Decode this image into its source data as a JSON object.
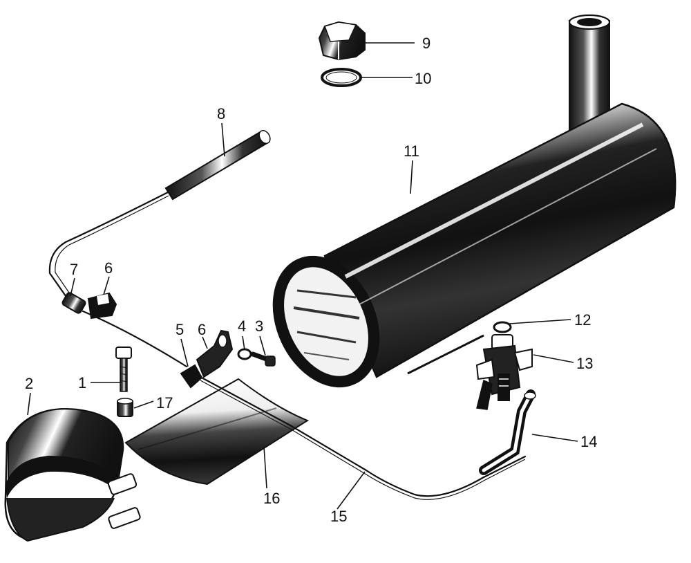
{
  "diagram": {
    "callouts": [
      {
        "id": "1",
        "label": "1"
      },
      {
        "id": "2",
        "label": "2"
      },
      {
        "id": "3",
        "label": "3"
      },
      {
        "id": "4",
        "label": "4"
      },
      {
        "id": "5",
        "label": "5"
      },
      {
        "id": "6a",
        "label": "6"
      },
      {
        "id": "6b",
        "label": "6"
      },
      {
        "id": "7",
        "label": "7"
      },
      {
        "id": "8",
        "label": "8"
      },
      {
        "id": "9",
        "label": "9"
      },
      {
        "id": "10",
        "label": "10"
      },
      {
        "id": "11",
        "label": "11"
      },
      {
        "id": "12",
        "label": "12"
      },
      {
        "id": "13",
        "label": "13"
      },
      {
        "id": "14",
        "label": "14"
      },
      {
        "id": "15",
        "label": "15"
      },
      {
        "id": "16",
        "label": "16"
      },
      {
        "id": "17",
        "label": "17"
      }
    ],
    "parts": [
      "bolt",
      "clamp-band",
      "screw",
      "washer",
      "clip",
      "clamp-block",
      "clamp-block",
      "hose-connector",
      "filter-sleeve",
      "cap-nut",
      "sealing-ring",
      "fuel-tank",
      "gasket",
      "fuel-tap",
      "fuel-hose",
      "fuel-line",
      "heat-shield",
      "nut"
    ]
  }
}
